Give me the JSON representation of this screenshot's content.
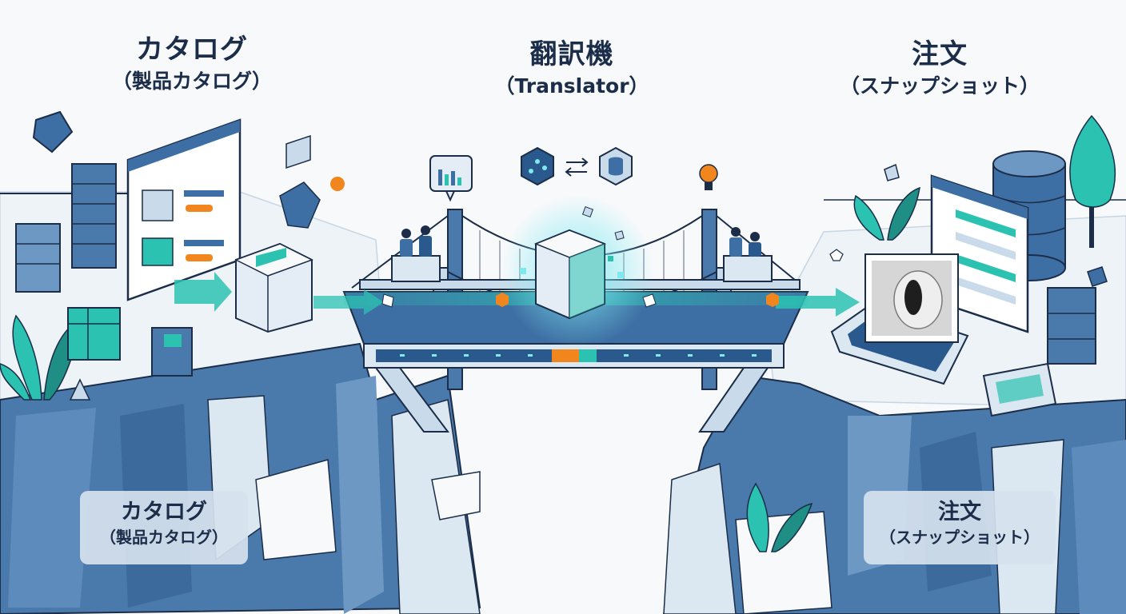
{
  "headings": {
    "catalog": {
      "title": "カタログ",
      "subtitle": "（製品カタログ）"
    },
    "translator": {
      "title": "翻訳機",
      "subtitle": "（Translator）"
    },
    "order": {
      "title": "注文",
      "subtitle": "（スナップショット）"
    }
  },
  "plates": {
    "catalog": {
      "title": "カタログ",
      "subtitle": "（製品カタログ）"
    },
    "order": {
      "title": "注文",
      "subtitle": "（スナップショット）"
    }
  },
  "icons": {
    "translator_top": [
      "chart-bubble-icon",
      "network-hexagon-icon",
      "swap-arrows-icon",
      "database-hexagon-icon",
      "lightbulb-icon"
    ],
    "catalog_side": [
      "server-stack-icon",
      "product-page-window-icon",
      "package-box-icon",
      "data-cube-icon"
    ],
    "order_side": [
      "database-cylinder-icon",
      "order-window-icon",
      "product-photo-icon",
      "tablet-icon",
      "server-stack-icon"
    ]
  },
  "colors": {
    "navy": "#1b2d48",
    "blue": "#3e6fa4",
    "light_blue": "#c9dbea",
    "teal": "#2cc2b2",
    "cyan_glow": "#7fe9f0",
    "orange": "#f2861e",
    "cliff_dark": "#4a79ab",
    "cliff_light": "#dbe7f1"
  }
}
